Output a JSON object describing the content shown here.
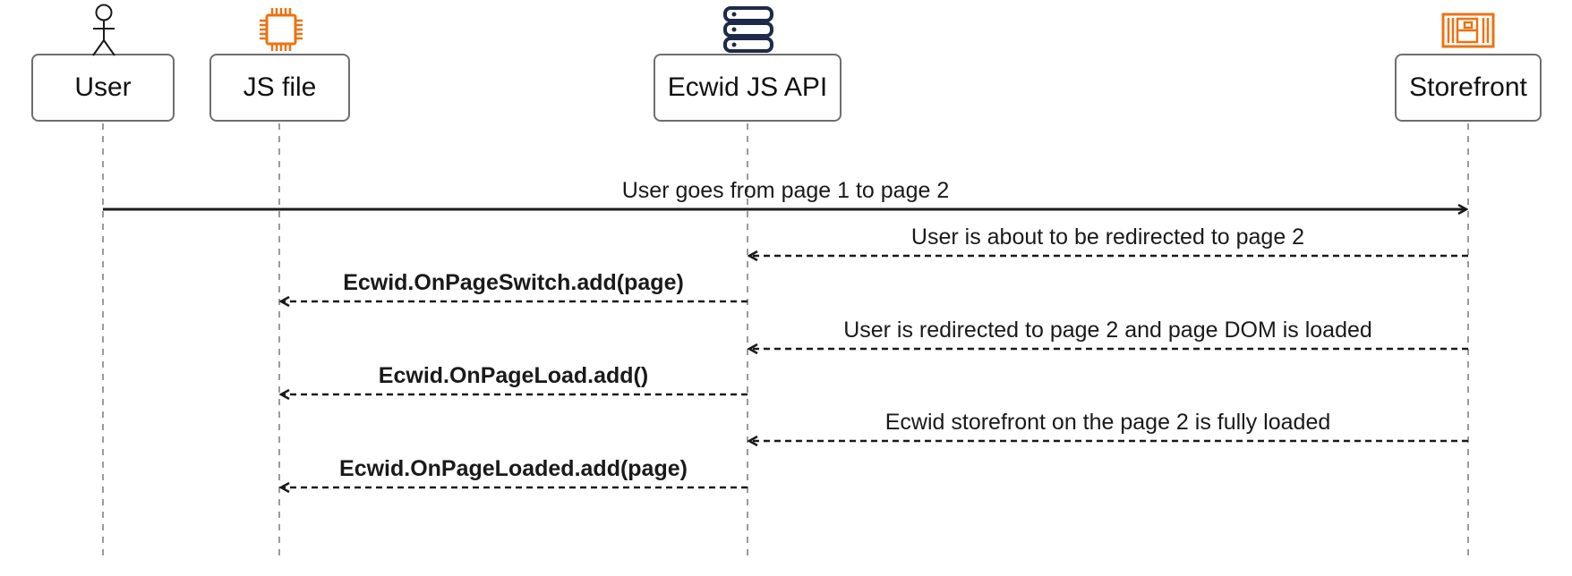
{
  "participants": [
    {
      "id": "user",
      "label": "User",
      "icon": "person-icon"
    },
    {
      "id": "jsfile",
      "label": "JS file",
      "icon": "chip-icon"
    },
    {
      "id": "api",
      "label": "Ecwid JS API",
      "icon": "server-icon"
    },
    {
      "id": "storefront",
      "label": "Storefront",
      "icon": "storefront-icon"
    }
  ],
  "colors": {
    "border": "#6e6e6e",
    "line": "#1a1a1a",
    "lifeline": "#7a7a7a",
    "chip": "#ec7211",
    "server": "#1e2a4a",
    "storefront": "#ec7211"
  },
  "messages": [
    {
      "from": "user",
      "to": "storefront",
      "label": "User goes from page 1 to page 2",
      "style": "solid",
      "bold": false
    },
    {
      "from": "storefront",
      "to": "api",
      "label": "User is about to be redirected to page 2",
      "style": "dashed",
      "bold": false
    },
    {
      "from": "api",
      "to": "jsfile",
      "label": "Ecwid.OnPageSwitch.add(page)",
      "style": "dashed",
      "bold": true
    },
    {
      "from": "storefront",
      "to": "api",
      "label": "User is redirected to page 2 and page DOM is loaded",
      "style": "dashed",
      "bold": false
    },
    {
      "from": "api",
      "to": "jsfile",
      "label": "Ecwid.OnPageLoad.add()",
      "style": "dashed",
      "bold": true
    },
    {
      "from": "storefront",
      "to": "api",
      "label": "Ecwid storefront on the page 2 is fully loaded",
      "style": "dashed",
      "bold": false
    },
    {
      "from": "api",
      "to": "jsfile",
      "label": "Ecwid.OnPageLoaded.add(page)",
      "style": "dashed",
      "bold": true
    }
  ]
}
